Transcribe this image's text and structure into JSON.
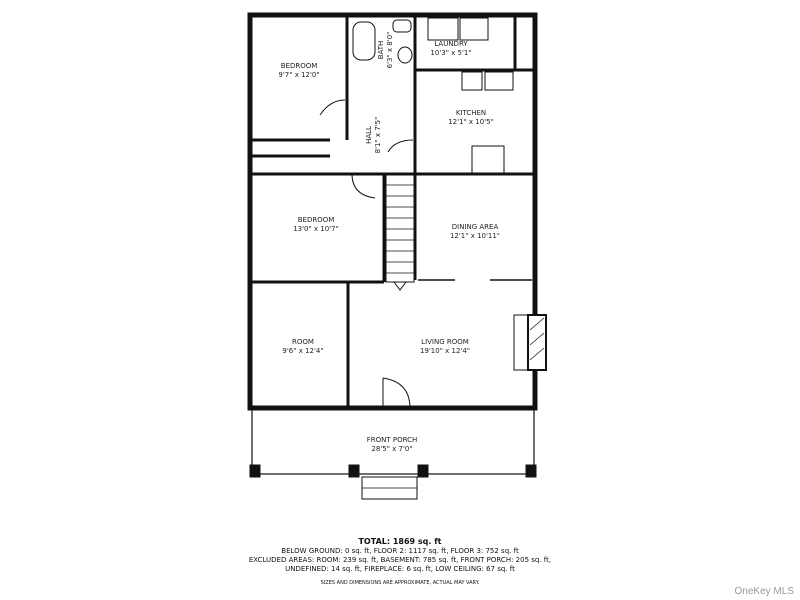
{
  "floorplan": {
    "rooms": [
      {
        "name": "BEDROOM",
        "size": "9'7\" x 12'0\""
      },
      {
        "name": "BATH",
        "size": "6'3\" x 8'0\""
      },
      {
        "name": "LAUNDRY",
        "size": "10'3\" x 5'1\""
      },
      {
        "name": "KITCHEN",
        "size": "12'1\" x 10'5\""
      },
      {
        "name": "HALL",
        "size": "8'1\" x 7'5\""
      },
      {
        "name": "BEDROOM",
        "size": "13'0\" x 10'7\""
      },
      {
        "name": "DINING AREA",
        "size": "12'1\" x 10'11\""
      },
      {
        "name": "ROOM",
        "size": "9'6\" x 12'4\""
      },
      {
        "name": "LIVING ROOM",
        "size": "19'10\" x 12'4\""
      },
      {
        "name": "FRONT PORCH",
        "size": "28'5\" x 7'0\""
      }
    ]
  },
  "summary": {
    "total": "TOTAL: 1869 sq. ft",
    "line1": "BELOW GROUND: 0 sq. ft, FLOOR 2: 1117 sq. ft, FLOOR 3: 752 sq. ft",
    "line2": "EXCLUDED AREAS: ROOM: 239 sq. ft, BASEMENT: 785 sq. ft, FRONT PORCH: 205 sq. ft,",
    "line3": "UNDEFINED: 14 sq. ft, FIREPLACE: 6 sq. ft, LOW CEILING: 67 sq. ft",
    "disclaimer": "SIZES AND DIMENSIONS ARE APPROXIMATE, ACTUAL MAY VARY."
  },
  "watermark": "OneKey MLS"
}
